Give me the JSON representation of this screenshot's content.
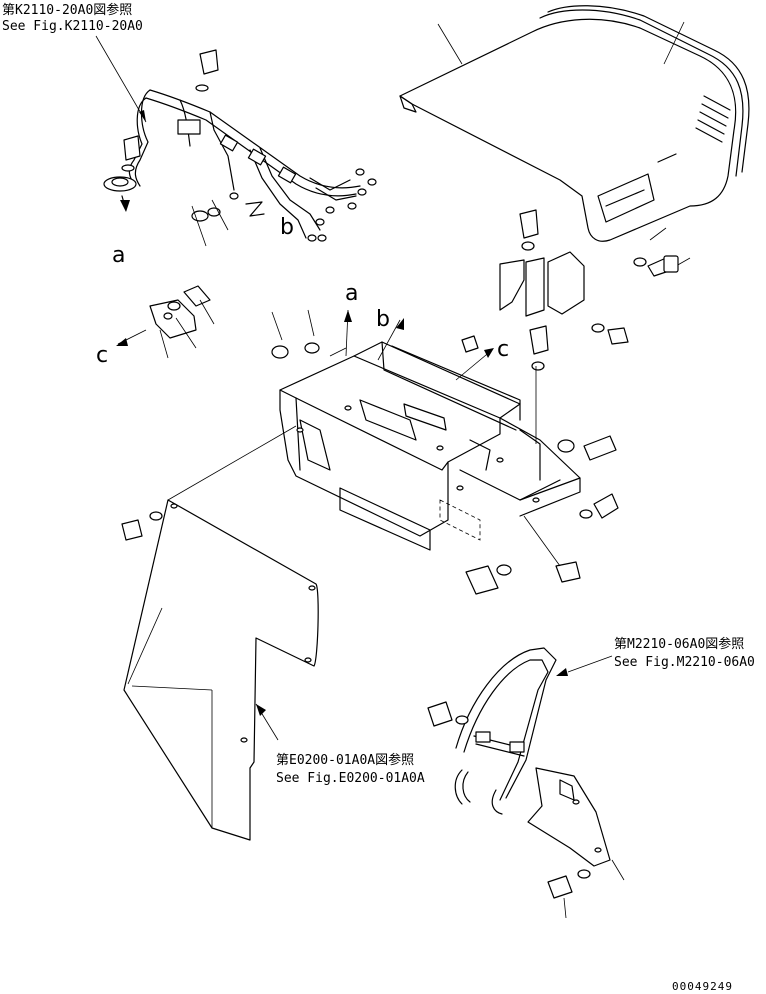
{
  "references": {
    "harness_jp": "第K2110-20A0図参照",
    "harness_en": "See Fig.K2110-20A0",
    "pipe_jp": "第M2210-06A0図参照",
    "pipe_en": "See Fig.M2210-06A0",
    "cover_jp": "第E0200-01A0A図参照",
    "cover_en": "See Fig.E0200-01A0A"
  },
  "markers": {
    "a": "a",
    "b": "b",
    "c": "c"
  },
  "drawing_number": "00049249"
}
